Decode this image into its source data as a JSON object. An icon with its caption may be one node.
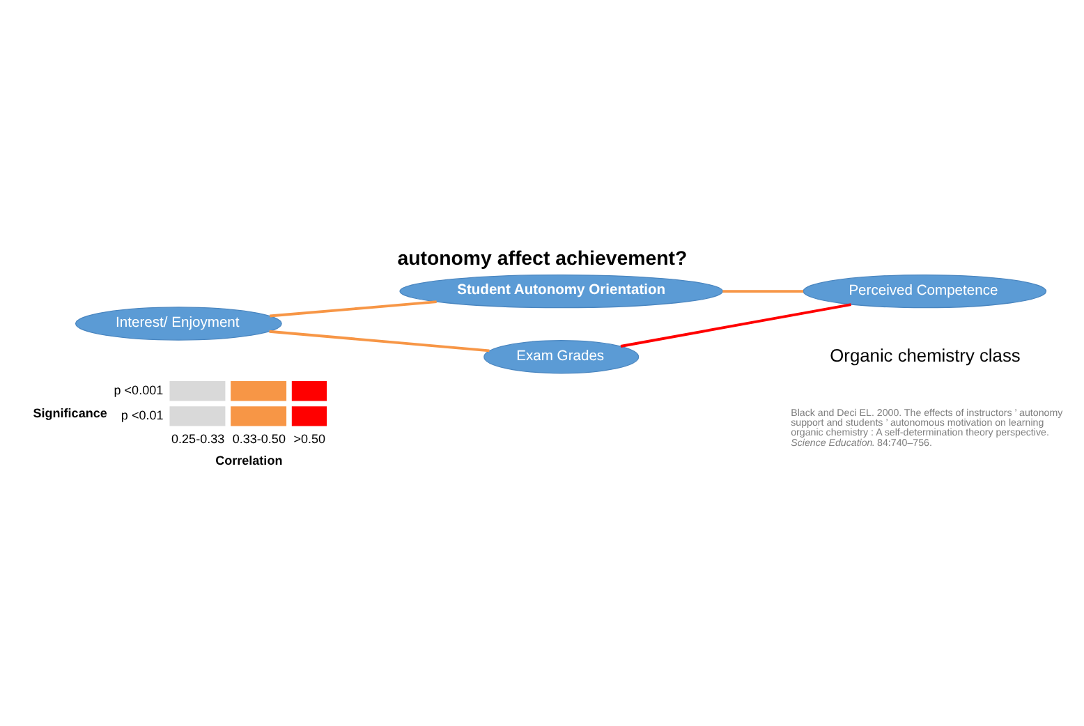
{
  "diagram": {
    "title": "autonomy affect achievement?",
    "nodes": [
      {
        "text": [
          "Student Autonomy Orientation"
        ]
      },
      {
        "text": [
          "Interest/ Enjoyment"
        ]
      },
      {
        "text": [
          "Perceived Competence"
        ]
      },
      {
        "text": [
          "Exam Grades"
        ]
      }
    ],
    "edges": [
      {
        "from": 1,
        "to": 0,
        "arrow": "none"
      },
      {
        "from": 0,
        "to": 2,
        "arrow": "none"
      },
      {
        "from": 1,
        "to": 3,
        "arrow": "none"
      },
      {
        "from": 3,
        "to": 2,
        "arrow": "none",
        "color": "#ff0000"
      }
    ],
    "labels": [
      "Significance",
      "p <0.001",
      "p <0.01",
      "Correlation",
      "Organic chemistry class",
      "Black and Deci EL. 2000. The effects of instructors ’ autonomy support and students ’ autonomous motivation on learning organic chemistry : A self-determination theory perspective. *Science Education*. 84:740–756."
    ],
    "legend": [
      {
        "text": "0.25-0.33",
        "color": "#d9d9d9"
      },
      {
        "text": "0.33-0.50",
        "color": "#f79646"
      },
      {
        "text": ">0.50",
        "color": "#ff0000"
      }
    ]
  }
}
